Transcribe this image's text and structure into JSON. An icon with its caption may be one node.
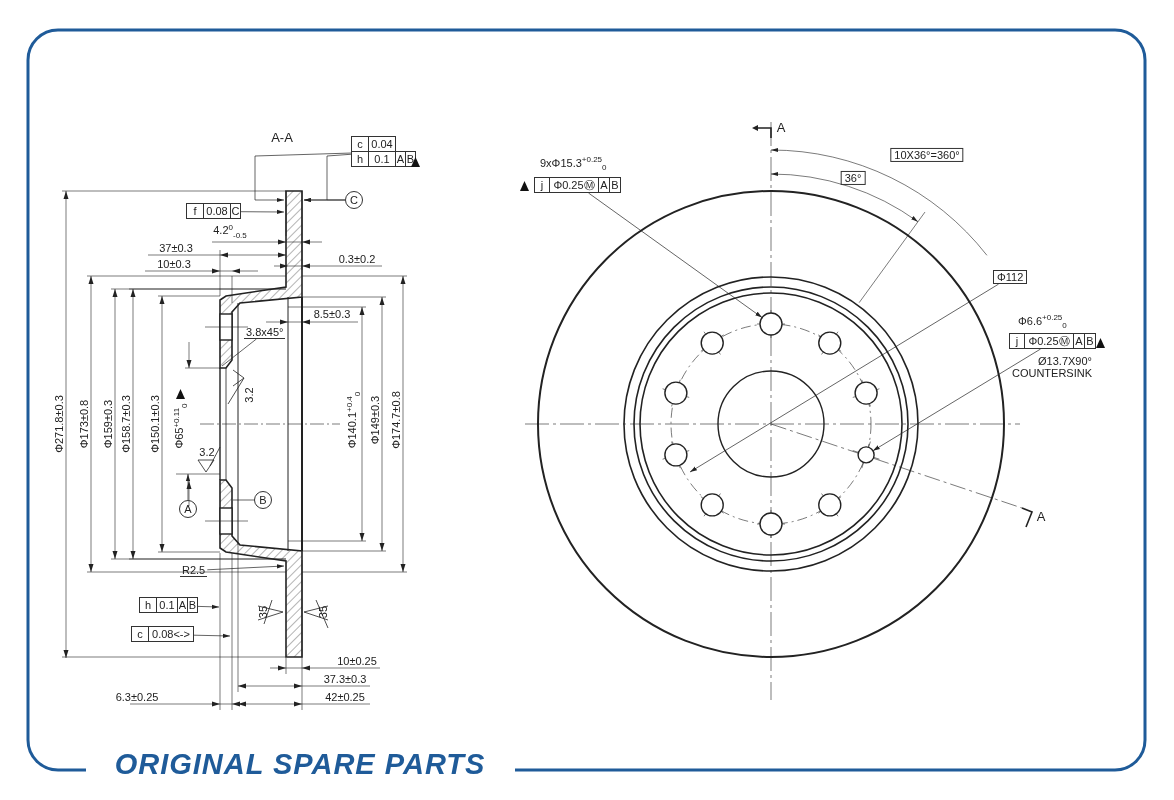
{
  "diagram": {
    "nodes": [
      {
        "text": [
          "c",
          "0.04",
          "h",
          "0.1",
          "A",
          "B"
        ]
      },
      {
        "text": [
          "C"
        ]
      },
      {
        "text": [
          "f",
          "0.08",
          "C"
        ]
      },
      {
        "text": [
          "3.8x45°"
        ]
      },
      {
        "text": [
          "A"
        ]
      },
      {
        "text": [
          "B"
        ]
      },
      {
        "text": [
          "R2.5"
        ]
      },
      {
        "text": [
          "h",
          "0.1",
          "A",
          "B"
        ]
      },
      {
        "text": [
          "c",
          "0.08<->"
        ]
      },
      {
        "text": [
          "j",
          "Φ0.25Ⓜ",
          "A",
          "B"
        ],
        "beside": [
          "9xΦ15.3$^{+0.25}$$_{0}$"
        ]
      },
      {
        "text": [],
        "shape": "circle"
      },
      {
        "text": [
          "Φ112"
        ]
      },
      {
        "text": [
          "j",
          "Φ0.25Ⓜ",
          "A",
          "B"
        ],
        "beside": [
          "Φ6.6$^{+0.25}$$_{0}$",
          "Ø13.7X90° COUNTERSINK"
        ]
      },
      {
        "text": [],
        "shape": "circle"
      }
    ],
    "edges": [
      {
        "from": 0,
        "to": null,
        "arrow": "to"
      },
      {
        "from": 0,
        "to": null,
        "arrow": "to"
      },
      {
        "from": 1,
        "to": null,
        "arrow": "to"
      },
      {
        "from": 2,
        "to": null,
        "arrow": "to"
      },
      {
        "from": 3,
        "to": null,
        "arrow": "none"
      },
      {
        "from": 4,
        "to": null,
        "arrow": "to"
      },
      {
        "from": 5,
        "to": null,
        "arrow": "none"
      },
      {
        "from": 6,
        "to": null,
        "arrow": "to"
      },
      {
        "from": 7,
        "to": null,
        "arrow": "to"
      },
      {
        "from": 8,
        "to": null,
        "arrow": "to"
      },
      {
        "from": 9,
        "to": 10,
        "arrow": "to"
      },
      {
        "from": 11,
        "to": null,
        "arrow": "to"
      },
      {
        "from": 12,
        "to": 13,
        "arrow": "to"
      }
    ],
    "labels": [
      "A-A",
      "4.2$^{0}$$_{-0.5}$",
      "37±0.3",
      "10±0.3",
      "0.3±0.2",
      "8.5±0.3",
      "3.2",
      "Φ271.8±0.3",
      "Φ173±0.8",
      "Φ159±0.3",
      "Φ158.7±0.3",
      "Φ150.1±0.3",
      "Φ65$^{+0.11}$$_{0}$",
      "3.2",
      "Φ140.1$^{+0.4}$$_{0}$",
      "Φ149±0.3",
      "Φ174.7±0.8",
      "35",
      "35",
      "10±0.25",
      "37.3±0.3",
      "6.3±0.25",
      "42±0.25",
      "A",
      "10X36°=360°",
      "36°",
      "A",
      "ORIGINAL SPARE PARTS"
    ]
  }
}
